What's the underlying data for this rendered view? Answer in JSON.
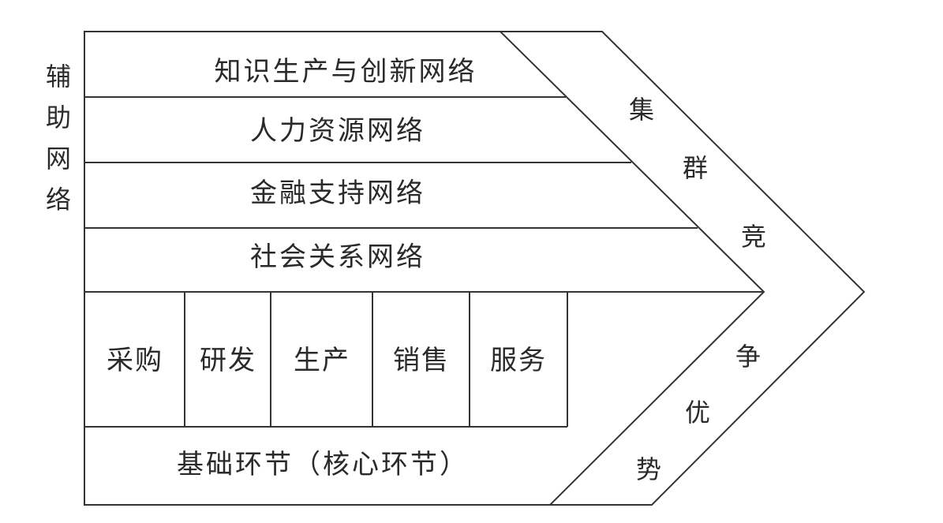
{
  "support_label": [
    "辅",
    "助",
    "网",
    "络"
  ],
  "support_networks": [
    "知识生产与创新网络",
    "人力资源网络",
    "金融支持网络",
    "社会关系网络"
  ],
  "core_activities": [
    "采购",
    "研发",
    "生产",
    "销售",
    "服务"
  ],
  "core_label": "基础环节（核心环节）",
  "outcome_label": [
    "集",
    "群",
    "竞",
    "争",
    "优",
    "势"
  ]
}
